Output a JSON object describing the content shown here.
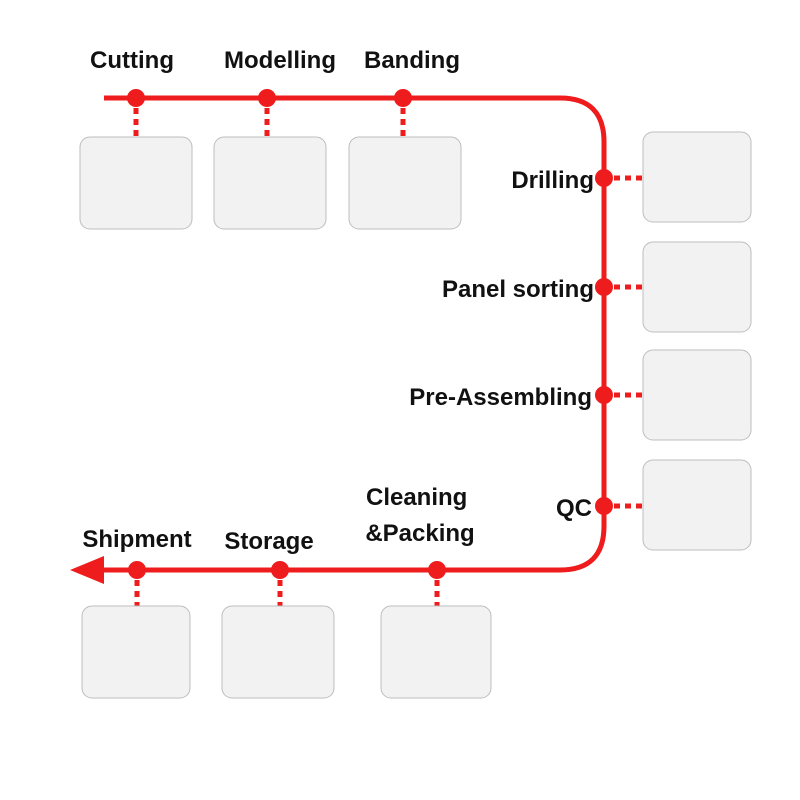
{
  "colors": {
    "line": "#ee1c1c",
    "text": "#111111",
    "photo_floor": "#9a9a9a",
    "photo_wall": "#dcdcdc",
    "machine": "#6f8fb5",
    "panel": "#e9e6e0",
    "carton": "#c9a36a",
    "worker": "#2b6e55"
  },
  "stages": [
    {
      "id": "cutting",
      "label": "Cutting",
      "photo": "panel-saw-photo"
    },
    {
      "id": "modelling",
      "label": "Modelling",
      "photo": "cnc-router-photo"
    },
    {
      "id": "banding",
      "label": "Banding",
      "photo": "edge-bander-photo"
    },
    {
      "id": "drilling",
      "label": "Drilling",
      "photo": "drilling-operator-photo"
    },
    {
      "id": "panel-sorting",
      "label": "Panel sorting",
      "photo": "stacked-panels-photo"
    },
    {
      "id": "pre-assembling",
      "label": "Pre-Assembling",
      "photo": "assembled-cabinets-photo"
    },
    {
      "id": "qc",
      "label": "QC",
      "photo": "inspection-worker-photo"
    },
    {
      "id": "cleaning-packing",
      "label": "Cleaning\n&Packing",
      "label_lines": [
        "Cleaning",
        "&Packing"
      ],
      "photo": "packing-workers-photo"
    },
    {
      "id": "storage",
      "label": "Storage",
      "photo": "warehouse-cartons-photo"
    },
    {
      "id": "shipment",
      "label": "Shipment",
      "photo": "container-loading-photo"
    }
  ],
  "direction": "clockwise-then-left",
  "end_marker": "arrow-left-icon"
}
